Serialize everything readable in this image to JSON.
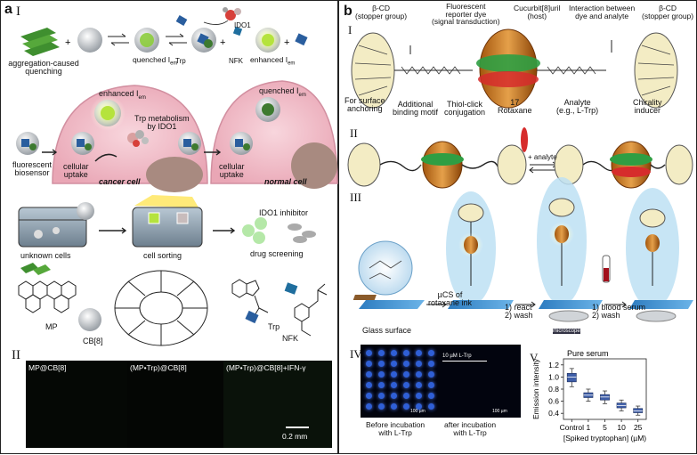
{
  "panel_a": {
    "letter": "a",
    "section_1": "I",
    "section_2": "II",
    "top_row": {
      "quenching_label": "aggregation-caused\nquenching",
      "ido1": "IDO1",
      "trp": "Trp",
      "nfk": "NFK",
      "quenched_label": "quenched I",
      "quenched_sub": "em",
      "enhanced_label": "enhanced I",
      "enhanced_sub": "em"
    },
    "cells": {
      "fluorescent_biosensor": "fluorescent\nbiosensor",
      "enhanced": "enhanced I",
      "enhanced_sub": "em",
      "trp_metabolism": "Trp metabolism\nby IDO1",
      "cellular_uptake_1": "cellular\nuptake",
      "cancer_cell": "cancer cell",
      "quenched": "quenched I",
      "quenched_sub": "em",
      "cellular_uptake_2": "cellular\nuptake",
      "normal_cell": "normal cell"
    },
    "sorting": {
      "unknown_cells": "unknown cells",
      "cell_sorting": "cell sorting",
      "ido1_inhibitor": "IDO1 inhibitor",
      "drug_screening": "drug screening"
    },
    "structures": {
      "mp": "MP",
      "cb8": "CB[8]",
      "trp": "Trp",
      "nfk": "NFK"
    },
    "micrographs": [
      {
        "label": "MP@CB[8]"
      },
      {
        "label": "(MP•Trp)@CB[8]"
      },
      {
        "label": "(MP•Trp)@CB[8]+IFN-γ"
      }
    ],
    "scalebar": "0.2 mm"
  },
  "panel_b": {
    "letter": "b",
    "section_1": "I",
    "section_2": "II",
    "section_3": "III",
    "section_4": "IV",
    "section_5": "V",
    "labels": {
      "bcd_left": "β-CD\n(stopper group)",
      "reporter": "Fluorescent\nreporter dye\n(signal transduction)",
      "cb8": "Cucurbit[8]uril\n(host)",
      "interaction": "Interaction between\ndye and analyte",
      "bcd_right": "β-CD\n(stopper group)",
      "surface_anchoring": "For surface\nanchoring",
      "binding_motif": "Additional\nbinding motif",
      "thiol_click": "Thiol-click\nconjugation",
      "rotaxane": "17\nRotaxane",
      "analyte": "Analyte\n(e.g., L-Trp)",
      "chirality": "Chirality\ninducer",
      "plus_analyte": "+ analyte"
    },
    "section3": {
      "ucs": "µCS of\nrotaxane ink",
      "react": "1) react\n2) wash",
      "blood": "1) blood serum\n2) wash",
      "glass": "Glass surface",
      "microscope": "microscope"
    },
    "section4": {
      "arrow_label": "10 µM L-Trp",
      "scale_1": "100 µm",
      "scale_2": "100 µm",
      "before": "Before incubation\nwith L-Trp",
      "after": "after incubation\nwith L-Trp"
    }
  },
  "chart_data": {
    "type": "box",
    "title": "Pure serum",
    "xlabel": "[Spiked tryptophan] (µM)",
    "ylabel": "Emission intensity",
    "categories": [
      "Control",
      "1",
      "5",
      "10",
      "25"
    ],
    "medians": [
      1.0,
      0.7,
      0.67,
      0.53,
      0.44
    ],
    "q1": [
      0.92,
      0.66,
      0.62,
      0.49,
      0.41
    ],
    "q3": [
      1.06,
      0.74,
      0.71,
      0.57,
      0.48
    ],
    "whisker_low": [
      0.84,
      0.6,
      0.56,
      0.44,
      0.37
    ],
    "whisker_high": [
      1.14,
      0.8,
      0.77,
      0.62,
      0.52
    ],
    "ylim": [
      0.3,
      1.3
    ],
    "yticks": [
      "0.4",
      "0.6",
      "0.8",
      "1.0",
      "1.2"
    ],
    "color": "#3e5ea8"
  }
}
